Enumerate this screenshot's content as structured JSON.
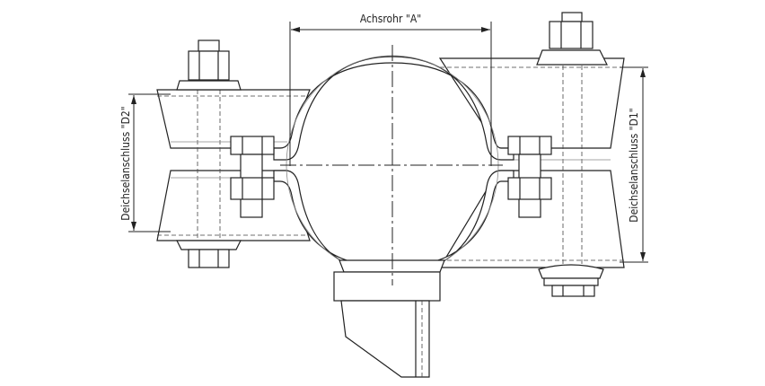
{
  "labels": {
    "axle_tube": "Achsrohr \"A\"",
    "drawbar_d2": "Deichselanschluss \"D2\"",
    "drawbar_d1": "Deichselanschluss \"D1\""
  }
}
